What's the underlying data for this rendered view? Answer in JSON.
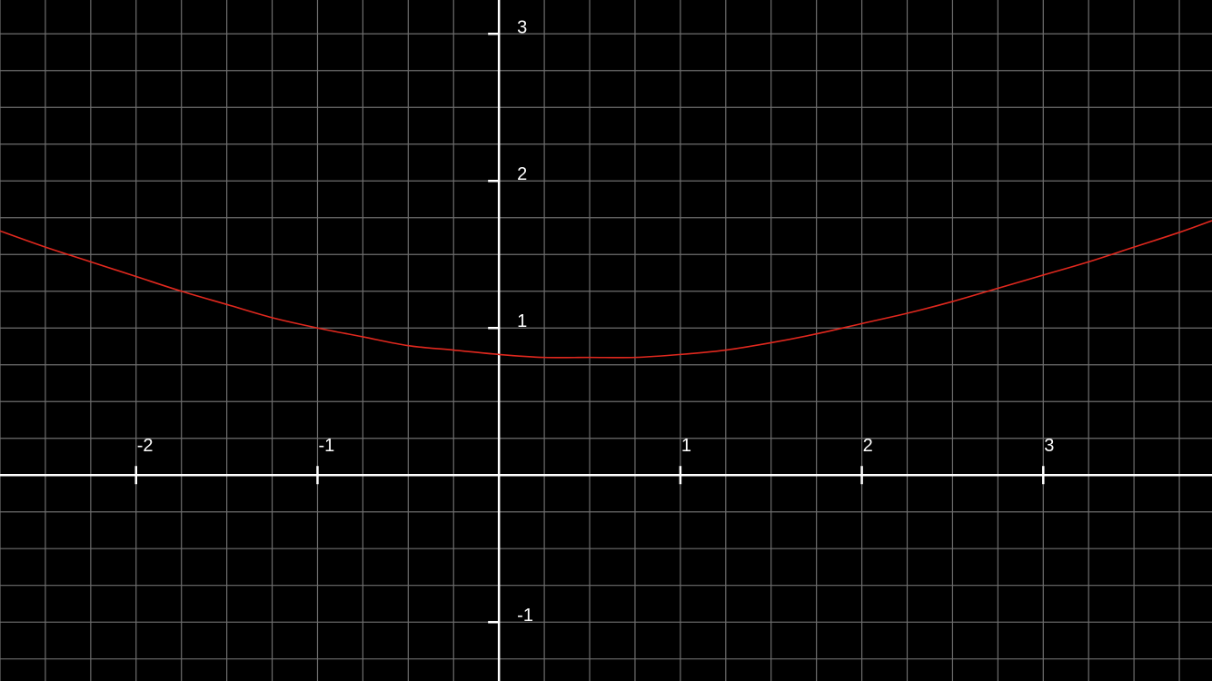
{
  "chart_data": {
    "type": "line",
    "title": "",
    "xlabel": "",
    "ylabel": "",
    "xlim": [
      -2.75,
      3.93
    ],
    "ylim": [
      -1.4,
      3.23
    ],
    "grid": true,
    "grid_step": 0.25,
    "x_ticks": [
      {
        "value": -2,
        "label": "-2"
      },
      {
        "value": -1,
        "label": "-1"
      },
      {
        "value": 1,
        "label": "1"
      },
      {
        "value": 2,
        "label": "2"
      },
      {
        "value": 3,
        "label": "3"
      }
    ],
    "y_ticks": [
      {
        "value": -1,
        "label": "-1"
      },
      {
        "value": 1,
        "label": "1"
      },
      {
        "value": 2,
        "label": "2"
      },
      {
        "value": 3,
        "label": "3"
      }
    ],
    "series": [
      {
        "color": "#e0281e",
        "x": [
          -2.75,
          -2.5,
          -2.25,
          -2.0,
          -1.75,
          -1.5,
          -1.25,
          -1.0,
          -0.75,
          -0.5,
          -0.25,
          0.0,
          0.25,
          0.5,
          0.75,
          1.0,
          1.25,
          1.5,
          1.75,
          2.0,
          2.25,
          2.5,
          2.75,
          3.0,
          3.25,
          3.5,
          3.75,
          3.93
        ],
        "y": [
          1.66,
          1.55,
          1.45,
          1.35,
          1.25,
          1.16,
          1.07,
          1.0,
          0.94,
          0.88,
          0.85,
          0.82,
          0.8,
          0.8,
          0.8,
          0.82,
          0.85,
          0.9,
          0.96,
          1.03,
          1.1,
          1.18,
          1.27,
          1.36,
          1.45,
          1.55,
          1.65,
          1.73
        ]
      }
    ]
  },
  "colors": {
    "background": "#000000",
    "grid": "#6e6e6e",
    "axis": "#ffffff",
    "curve": "#e0281e"
  }
}
